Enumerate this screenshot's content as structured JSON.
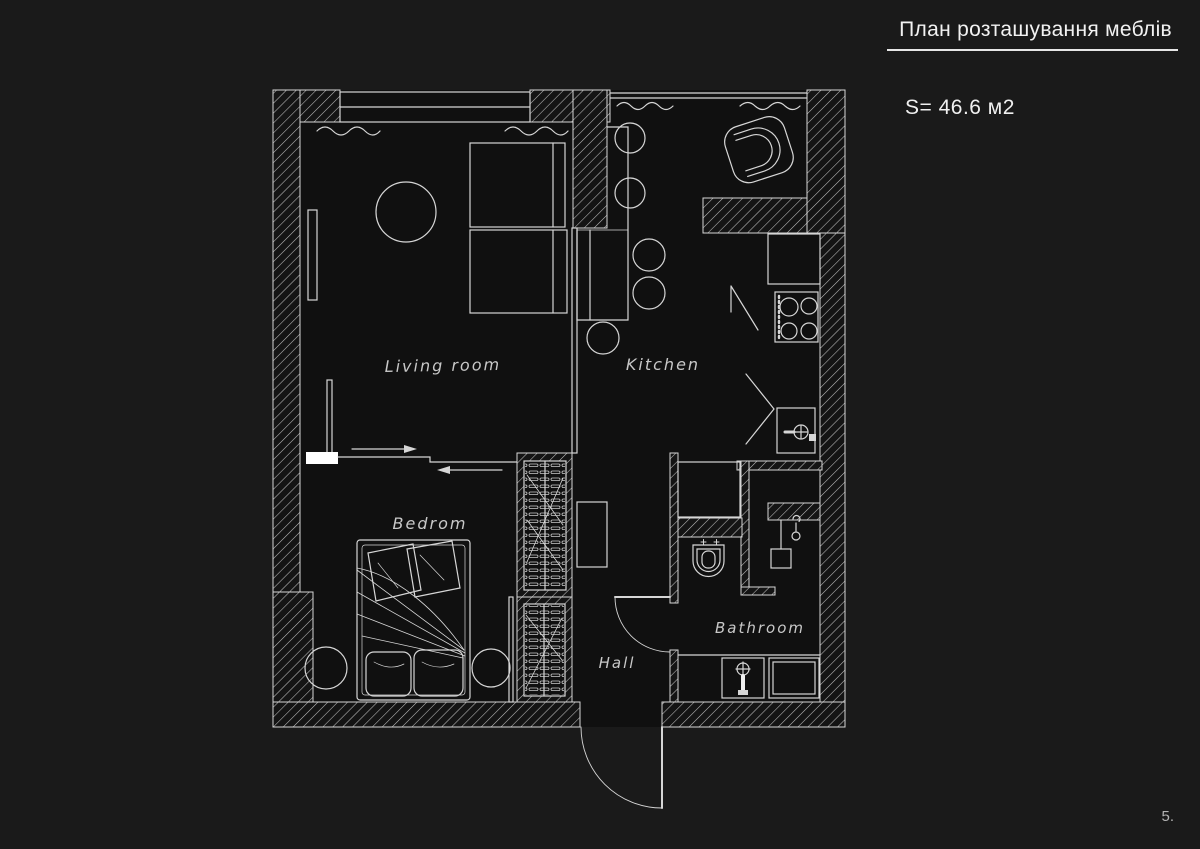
{
  "header": {
    "title": "План розташування меблів",
    "area": "S= 46.6 м2"
  },
  "page_number": "5.",
  "plan": {
    "rooms": [
      {
        "id": "living-room",
        "label": "Living room"
      },
      {
        "id": "kitchen",
        "label": "Kitchen"
      },
      {
        "id": "bedroom",
        "label": "Bedrom"
      },
      {
        "id": "hall",
        "label": "Hall"
      },
      {
        "id": "bathroom",
        "label": "Bathroom"
      }
    ],
    "fixtures": [
      "sofa",
      "round-table",
      "curtains",
      "bar-counter",
      "bar-stools",
      "armchair",
      "fridge",
      "cooktop",
      "kitchen-sink",
      "bed",
      "pillows",
      "bedside-tables",
      "wardrobe-upper",
      "wardrobe-lower",
      "dresser",
      "toilet",
      "shower",
      "washer",
      "vanity",
      "entrance-door",
      "bathroom-door",
      "sliding-door"
    ]
  },
  "colors": {
    "background": "#1a1a1a",
    "floor": "#101010",
    "line": "#d6d6d6",
    "title_text": "#f2f2f2",
    "label_text": "#c8c8c8"
  }
}
